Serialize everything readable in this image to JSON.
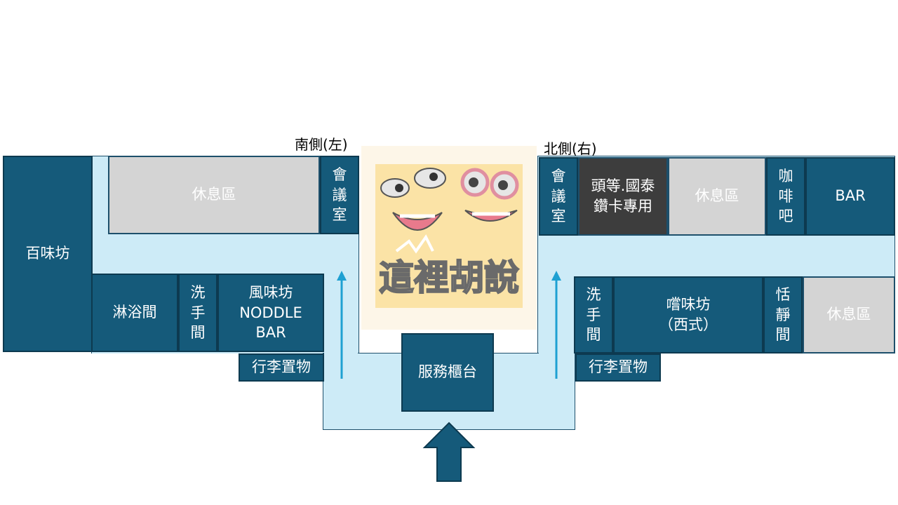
{
  "labels": {
    "south_side": "南側(左)",
    "north_side": "北側(右)"
  },
  "south": {
    "lounge": "休息區",
    "meeting_room": "會\n議\n室",
    "bai_wei_fang": "百味坊",
    "shower": "淋浴間",
    "restroom": "洗\n手\n間",
    "feng_wei_fang": "風味坊\nNODDLE\nBAR",
    "luggage": "行李置物"
  },
  "north": {
    "meeting_room": "會\n議\n室",
    "first_class": "頭等.國泰\n鑽卡專用",
    "lounge": "休息區",
    "cafe": "咖\n啡\n吧",
    "bar": "BAR",
    "restroom": "洗\n手\n間",
    "chang_wei_fang": "嚐味坊\n（西式）",
    "quiet_room": "恬\n靜\n間",
    "lounge2": "休息區",
    "luggage": "行李置物"
  },
  "center": {
    "service_counter": "服務櫃台",
    "logo_text": "這裡胡說"
  },
  "colors": {
    "corridor": "#cdebf7",
    "room": "#155a7a",
    "lounge": "#d4d4d4",
    "first_class": "#3d3d3d",
    "arrow": "#1ea0d2"
  }
}
